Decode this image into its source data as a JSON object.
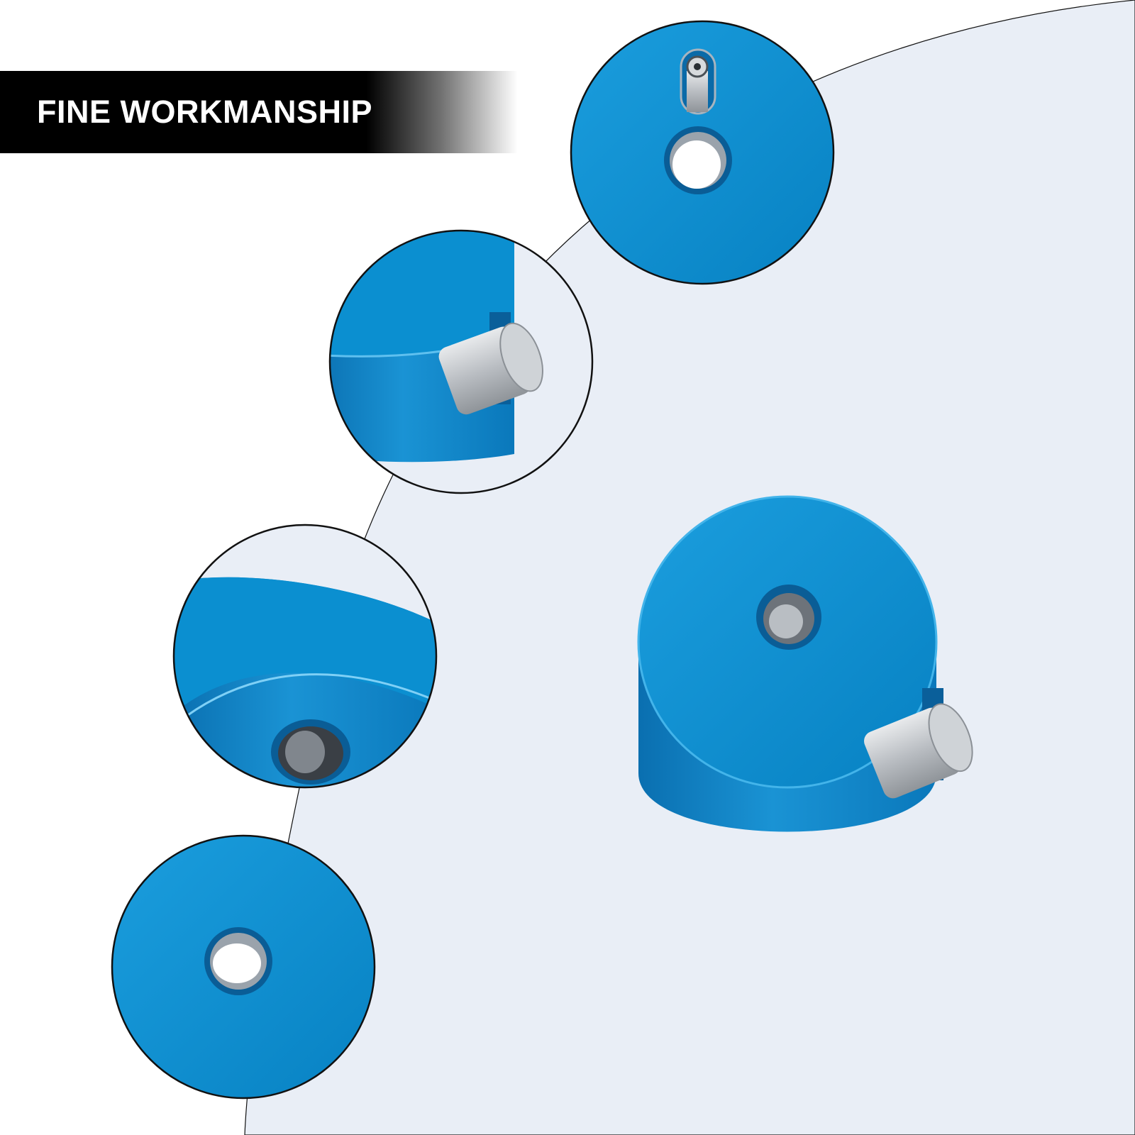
{
  "banner": {
    "title": "FINE WORKMANSHIP"
  },
  "colors": {
    "accent_blue": "#0b8fd0",
    "panel_bg": "#e9eef6",
    "banner_bg": "#000000",
    "banner_text": "#ffffff",
    "steel": "#c9ccd0"
  },
  "images": [
    {
      "name": "detail-top-face-bolt",
      "depicts": "blue cylinder top face with bolt slot and round hole"
    },
    {
      "name": "detail-side-pin",
      "depicts": "side edge of blue cylinder with steel pin"
    },
    {
      "name": "detail-threaded-hole",
      "depicts": "side edge of blue cylinder with threaded hole"
    },
    {
      "name": "detail-bottom-hole",
      "depicts": "bottom face of blue cylinder with center hole"
    },
    {
      "name": "product-cylinder-weight",
      "depicts": "blue anodized cylinder weight with center threaded hole and side locking pin"
    }
  ]
}
